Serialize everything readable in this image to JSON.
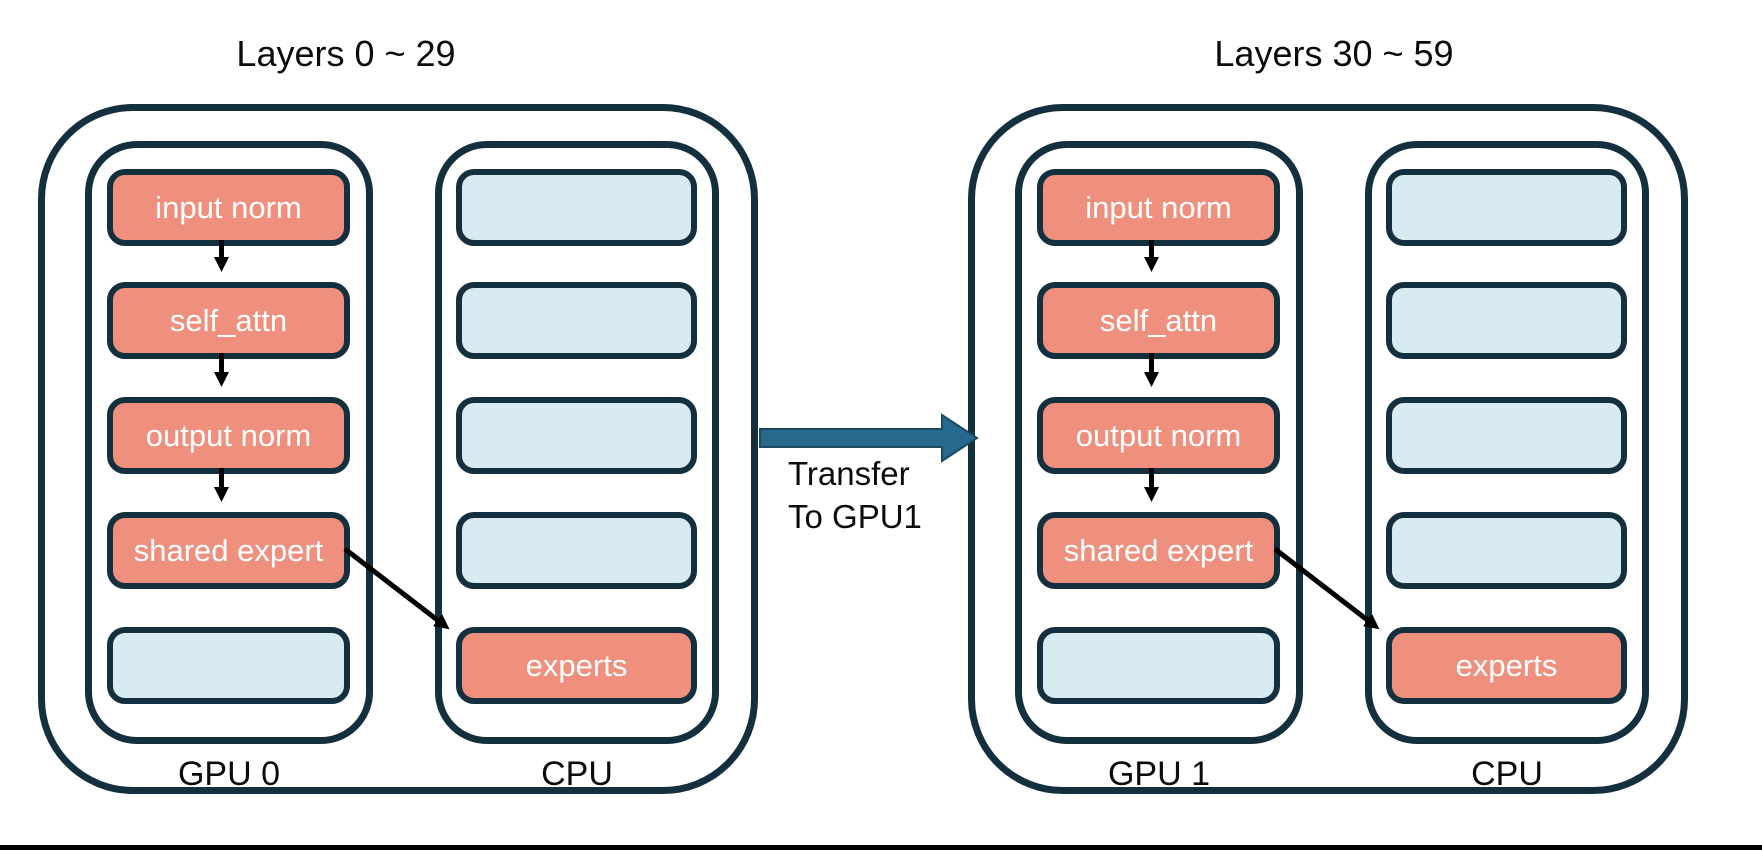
{
  "colors": {
    "navy": "#14303E",
    "salmon": "#EF907E",
    "lightblue": "#D8EBF2",
    "arrow-teal": "#26698C",
    "arrow-teal-edge": "#1B4A63",
    "bg": "#FFFFFF"
  },
  "groups": [
    {
      "title": "Layers 0 ~ 29",
      "gpu": {
        "label": "GPU 0",
        "boxes": [
          {
            "label": "input norm",
            "style": "salmon"
          },
          {
            "label": "self_attn",
            "style": "salmon"
          },
          {
            "label": "output norm",
            "style": "salmon"
          },
          {
            "label": "shared expert",
            "style": "salmon"
          },
          {
            "label": "",
            "style": "blue"
          }
        ]
      },
      "cpu": {
        "label": "CPU",
        "boxes": [
          {
            "label": "",
            "style": "blue"
          },
          {
            "label": "",
            "style": "blue"
          },
          {
            "label": "",
            "style": "blue"
          },
          {
            "label": "",
            "style": "blue"
          },
          {
            "label": "experts",
            "style": "salmon"
          }
        ]
      }
    },
    {
      "title": "Layers 30 ~ 59",
      "gpu": {
        "label": "GPU 1",
        "boxes": [
          {
            "label": "input norm",
            "style": "salmon"
          },
          {
            "label": "self_attn",
            "style": "salmon"
          },
          {
            "label": "output norm",
            "style": "salmon"
          },
          {
            "label": "shared expert",
            "style": "salmon"
          },
          {
            "label": "",
            "style": "blue"
          }
        ]
      },
      "cpu": {
        "label": "CPU",
        "boxes": [
          {
            "label": "",
            "style": "blue"
          },
          {
            "label": "",
            "style": "blue"
          },
          {
            "label": "",
            "style": "blue"
          },
          {
            "label": "",
            "style": "blue"
          },
          {
            "label": "experts",
            "style": "salmon"
          }
        ]
      }
    }
  ],
  "transfer": {
    "line1": "Transfer",
    "line2": "To GPU1"
  }
}
